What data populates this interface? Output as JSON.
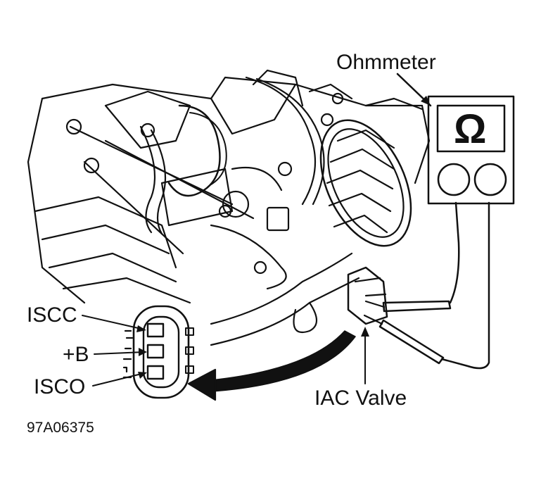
{
  "labels": {
    "ohmmeter": "Ohmmeter",
    "iscc": "ISCC",
    "plus_b": "+B",
    "isco": "ISCO",
    "iac_valve": "IAC Valve",
    "figure_id": "97A06375",
    "omega": "Ω"
  },
  "colors": {
    "ink": "#111111",
    "paper": "#ffffff"
  }
}
